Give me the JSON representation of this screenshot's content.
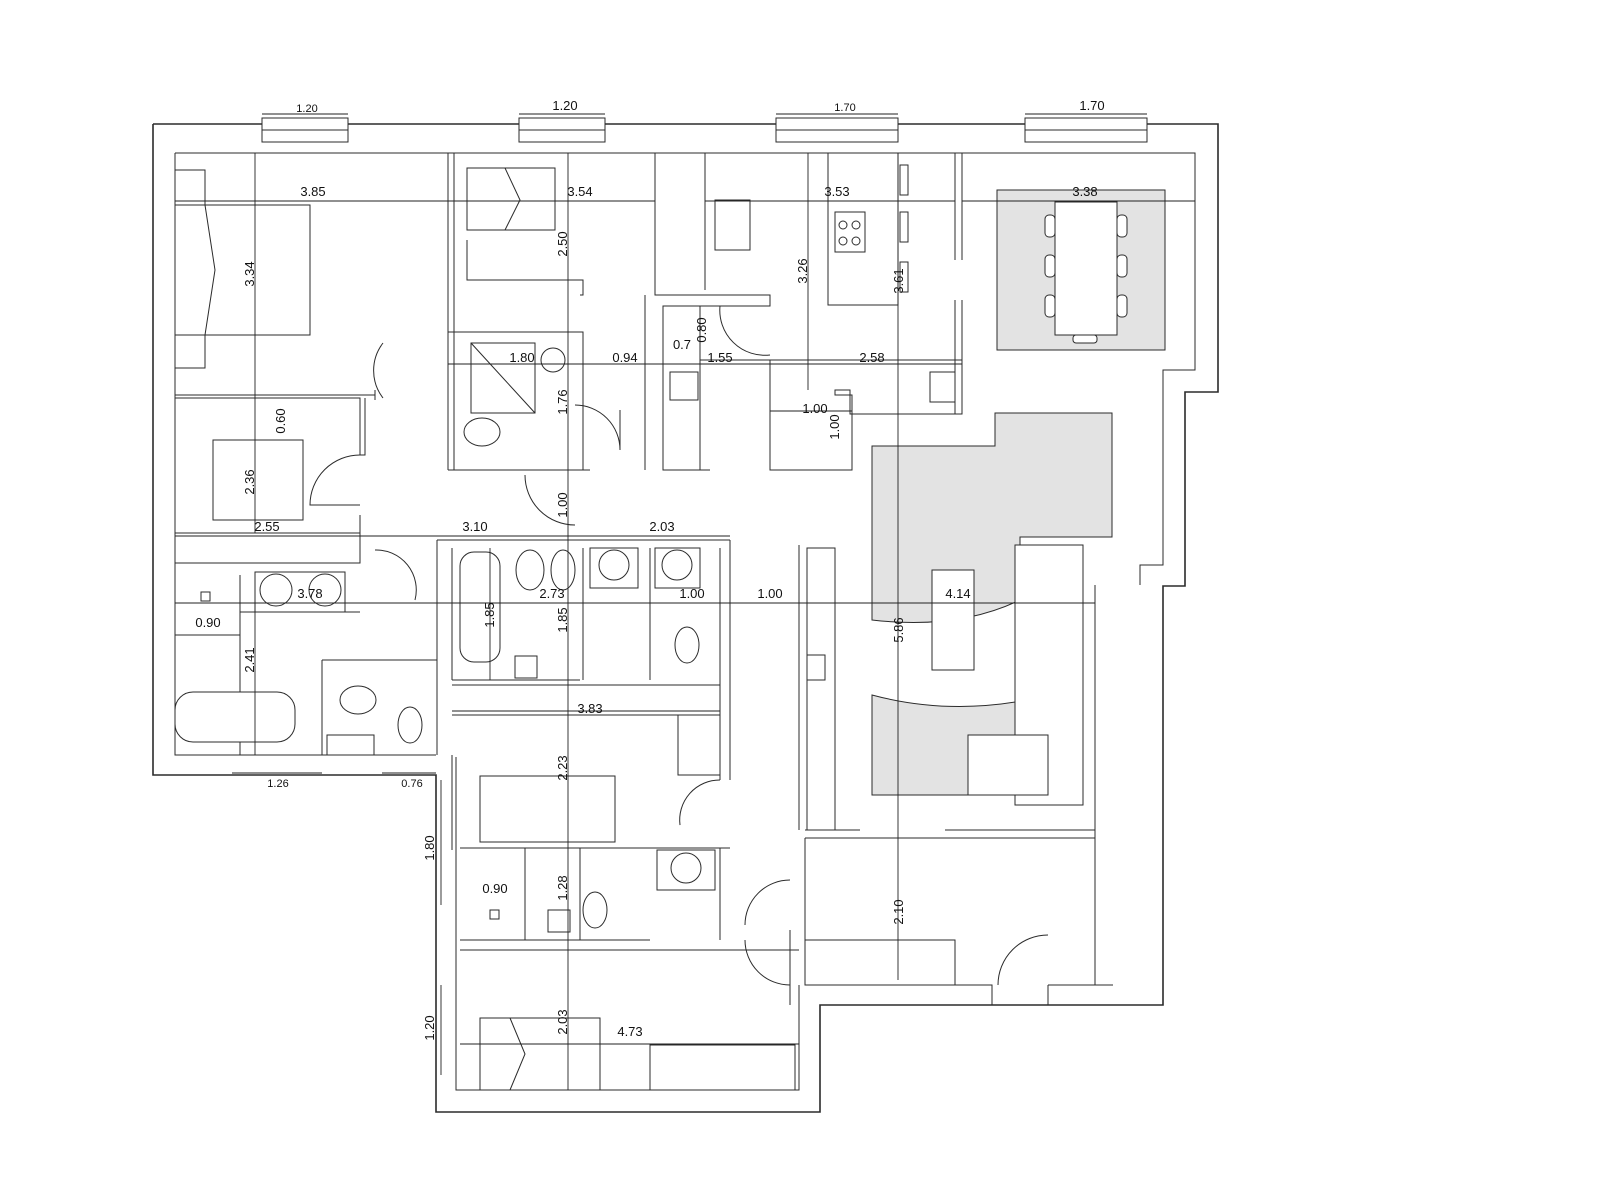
{
  "plan": {
    "window_widths": [
      "1.20",
      "1.20",
      "1.70",
      "1.70"
    ],
    "dimensions": {
      "bedroom1_w": "3.85",
      "bedroom1_h": "3.34",
      "bedroom2_w": "3.54",
      "bedroom2_h": "2.50",
      "kitchen_w": "3.53",
      "kitchen_h": "3.26",
      "kitchen_h2": "3.61",
      "dining_w": "3.38",
      "shower_w": "1.80",
      "hall_a": "0.94",
      "pantry_a": "0.7",
      "pantry_b": "0.80",
      "pantry_c": "1.55",
      "bath2_h": "1.76",
      "utility_w": "2.58",
      "utility_a": "1.00",
      "utility_b": "1.00",
      "dressing_a": "0.60",
      "dressing_h": "2.36",
      "dressing_w": "2.55",
      "corridor_h": "1.00",
      "bath_w": "3.10",
      "bath_b": "2.03",
      "bath3_w": "2.73",
      "bath3_h": "1.85",
      "bath3_h2": "1.85",
      "wc_w": "1.00",
      "corridor_w": "1.00",
      "living_w": "4.14",
      "living_h": "5.86",
      "ensuite_w": "3.78",
      "ensuite_a": "0.90",
      "ensuite_h": "2.41",
      "window_bottom_a": "1.26",
      "window_bottom_b": "0.76",
      "hall_w": "3.83",
      "hall_h": "2.23",
      "bottom_window_a": "1.80",
      "laundry_w": "0.90",
      "laundry_h": "1.28",
      "bottom_window_b": "1.20",
      "bedroom3_w": "4.73",
      "bedroom3_h": "2.03",
      "entry_h": "2.10"
    }
  }
}
